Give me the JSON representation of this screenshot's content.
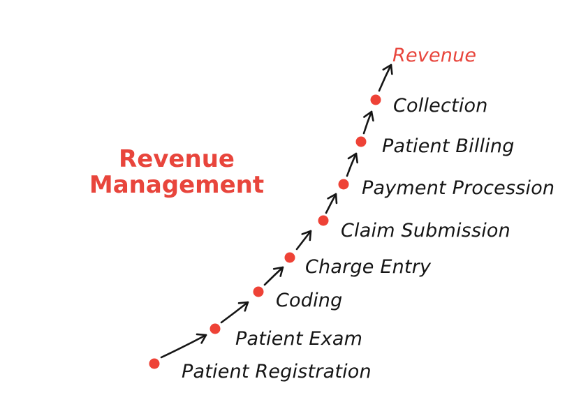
{
  "title": {
    "text": "Revenue Management"
  },
  "goal": {
    "label": "Revenue"
  },
  "steps": [
    {
      "label": "Patient Registration"
    },
    {
      "label": "Patient Exam"
    },
    {
      "label": "Coding"
    },
    {
      "label": "Charge Entry"
    },
    {
      "label": "Claim Submission"
    },
    {
      "label": "Payment Procession"
    },
    {
      "label": "Patient Billing"
    },
    {
      "label": "Collection"
    }
  ],
  "diagram": {
    "type": "ascending-step-flow",
    "direction": "bottom-left to top-right",
    "step_marker": "red-dot",
    "connector": "hand-drawn-arrow"
  },
  "colors": {
    "accent_red": "#e8453c",
    "dot_red": "#ee4236",
    "text_black": "#151515",
    "background": "#ffffff"
  }
}
